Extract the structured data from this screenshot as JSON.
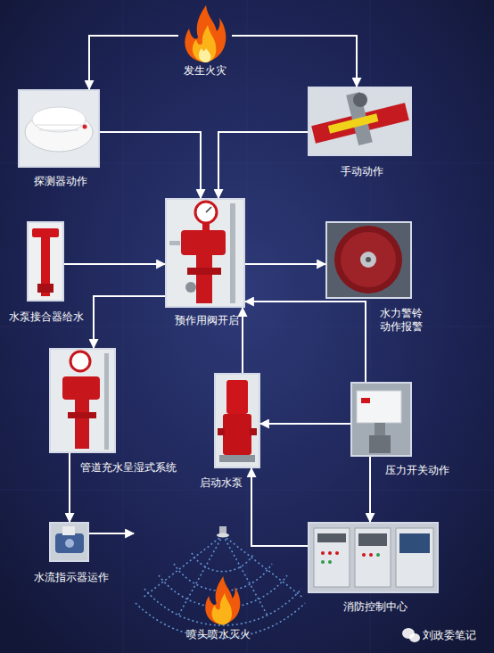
{
  "diagram": {
    "nodes": [
      {
        "text": [
          "发生火灾"
        ]
      },
      {
        "text": [
          "探测器动作"
        ]
      },
      {
        "text": [
          "手动动作"
        ]
      },
      {
        "text": [
          "预作用阀开启"
        ]
      },
      {
        "text": [
          "水泵接合器给水"
        ]
      },
      {
        "text": [
          "水力警铃 动作报警"
        ]
      },
      {
        "text": [
          "管道充水呈湿式系统"
        ]
      },
      {
        "text": [
          "启动水泵"
        ]
      },
      {
        "text": [
          "压力开关动作"
        ]
      },
      {
        "text": [
          "水流指示器运作"
        ]
      },
      {
        "text": [
          "喷头喷水灭火"
        ]
      },
      {
        "text": [
          "消防控制中心"
        ]
      }
    ],
    "edges": [
      {
        "from": 0,
        "to": 1,
        "arrow": "to"
      },
      {
        "from": 0,
        "to": 2,
        "arrow": "to"
      },
      {
        "from": 1,
        "to": 3,
        "arrow": "to"
      },
      {
        "from": 2,
        "to": 3,
        "arrow": "to"
      },
      {
        "from": 4,
        "to": 3,
        "arrow": "to"
      },
      {
        "from": 3,
        "to": 5,
        "arrow": "to"
      },
      {
        "from": 3,
        "to": 6,
        "arrow": "to"
      },
      {
        "from": 8,
        "to": 3,
        "arrow": "to"
      },
      {
        "from": 8,
        "to": 7,
        "arrow": "to"
      },
      {
        "from": 7,
        "to": 3,
        "arrow": "to"
      },
      {
        "from": 8,
        "to": 11,
        "arrow": "to"
      },
      {
        "from": 11,
        "to": 7,
        "arrow": "to"
      },
      {
        "from": 6,
        "to": 9,
        "arrow": "to"
      },
      {
        "from": 9,
        "to": 10,
        "arrow": "to"
      }
    ],
    "labels": [
      "刘政委笔记"
    ]
  }
}
